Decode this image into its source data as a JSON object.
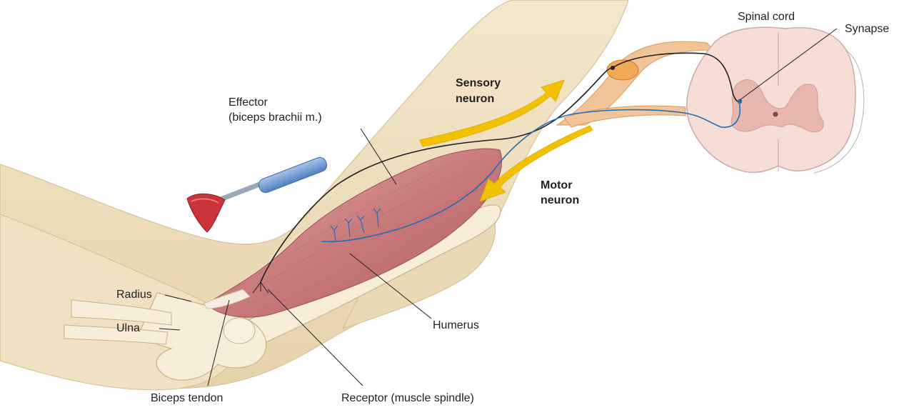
{
  "labels": {
    "spinal_cord": "Spinal cord",
    "synapse": "Synapse",
    "sensory_line1": "Sensory",
    "sensory_line2": "neuron",
    "motor_line1": "Motor",
    "motor_line2": "neuron",
    "effector_line1": "Effector",
    "effector_line2": "(biceps brachii m.)",
    "radius": "Radius",
    "ulna": "Ulna",
    "humerus": "Humerus",
    "biceps_tendon": "Biceps tendon",
    "receptor": "Receptor (muscle spindle)"
  },
  "colors": {
    "skin": "#f1e4c6",
    "skin_shadow": "#d9c49c",
    "bone": "#f3ead2",
    "muscle": "#c9787a",
    "muscle_light": "#e3a8a6",
    "nerve_tract": "#e8b07a",
    "spinal_white": "#f6ddd6",
    "spinal_gray": "#e8b8b0",
    "sensory_nerve": "#231f20",
    "motor_nerve": "#1f6fb5",
    "arrow_yellow": "#f2c200",
    "hammer_head": "#c9333a",
    "hammer_handle": "#6f9bd4"
  }
}
